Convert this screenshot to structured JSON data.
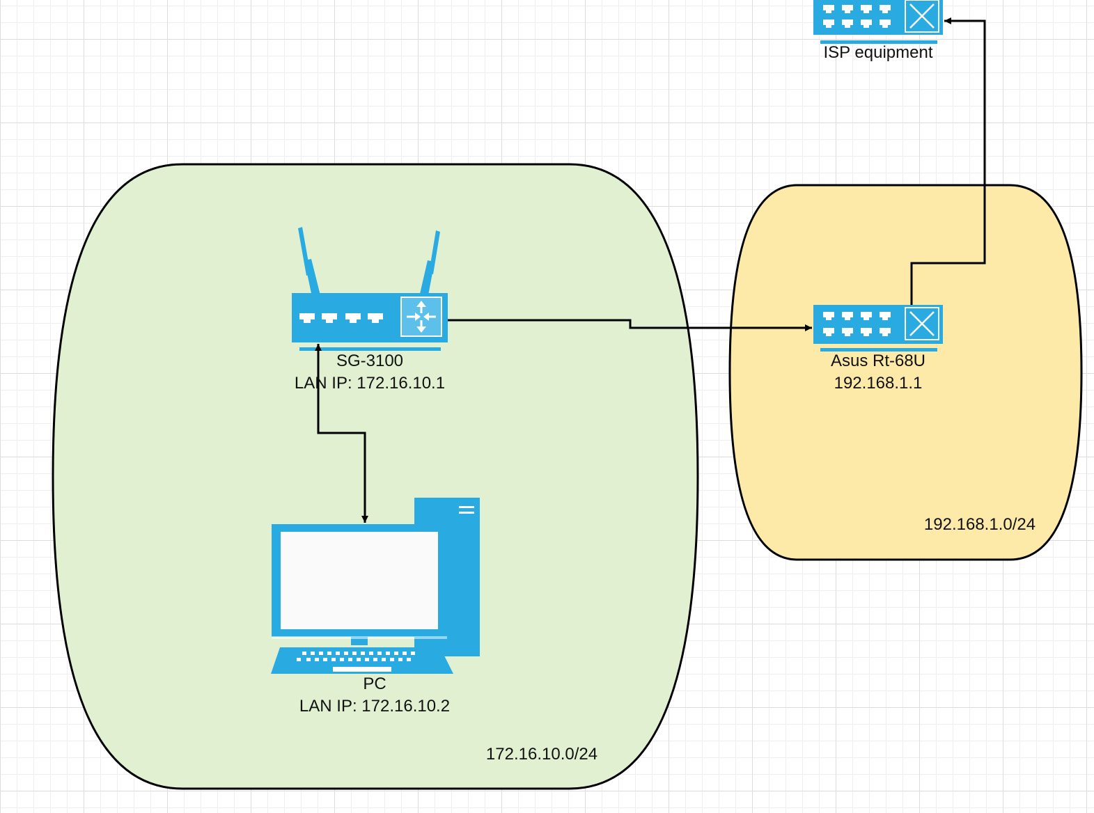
{
  "colors": {
    "device_blue": "#29abe2",
    "green_zone": "#e1f0d1",
    "yellow_zone": "#fde9a8",
    "outline": "#000000"
  },
  "zones": {
    "lan": {
      "subnet": "172.16.10.0/24"
    },
    "wan": {
      "subnet": "192.168.1.0/24"
    }
  },
  "devices": {
    "isp": {
      "name": "ISP equipment",
      "icon": "switch-icon"
    },
    "sg3100": {
      "name": "SG-3100",
      "ip": "LAN IP: 172.16.10.1",
      "icon": "wireless-router-icon"
    },
    "asus": {
      "name": "Asus Rt-68U",
      "ip": "192.168.1.1",
      "icon": "switch-icon"
    },
    "pc": {
      "name": "PC",
      "ip": "LAN IP: 172.16.10.2",
      "icon": "desktop-computer-icon"
    }
  }
}
